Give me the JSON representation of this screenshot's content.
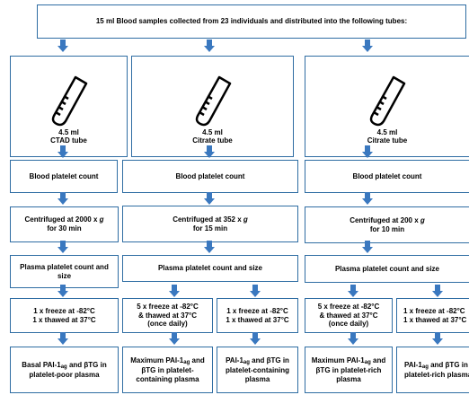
{
  "header": {
    "text": "15 ml Blood samples collected from 23 individuals and distributed into the following tubes:"
  },
  "tubes": [
    {
      "volume": "4.5 ml",
      "type": "CTAD tube"
    },
    {
      "volume": "4.5 ml",
      "type": "Citrate tube"
    },
    {
      "volume": "4.5 ml",
      "type": "Citrate tube"
    }
  ],
  "platelet_count": [
    "Blood platelet count",
    "Blood platelet count",
    "Blood platelet count"
  ],
  "centrifuge": [
    {
      "line1_pre": "Centrifuged at 2000 x ",
      "g": "g",
      "line2": "for 30 min"
    },
    {
      "line1_pre": "Centrifuged at 352 x ",
      "g": "g",
      "line2": "for 15 min"
    },
    {
      "line1_pre": "Centrifuged at 200 x ",
      "g": "g",
      "line2": "for 10 min"
    }
  ],
  "plasma_count": [
    "Plasma platelet count and size",
    "Plasma platelet count and size",
    "Plasma platelet count and size"
  ],
  "freeze": {
    "single": {
      "line1": "1 x freeze at -82°C",
      "line2": "1 x thawed at 37°C"
    },
    "multi": {
      "line1": "5 x freeze at -82°C",
      "line2": "& thawed at 37°C",
      "line3": "(once daily)"
    }
  },
  "results": {
    "basal": {
      "pre": "Basal PAI-1",
      "sub": "ag",
      "post": " and βTG in",
      "line2": "platelet-poor plasma"
    },
    "max_containing": {
      "line1": "Maximum PAI-1",
      "sub": "ag",
      "post": " and",
      "line2": "βTG in platelet-",
      "line3": "containing plasma"
    },
    "containing": {
      "pre": "PAI-1",
      "sub": "ag",
      "post": " and βTG in",
      "line2": "platelet-containing",
      "line3": "plasma"
    },
    "max_rich": {
      "line1": "Maximum PAI-1",
      "sub": "ag",
      "post": " and",
      "line2": "βTG in platelet-rich",
      "line3": "plasma"
    },
    "rich": {
      "pre": "PAI-1",
      "sub": "ag",
      "post": " and βTG in",
      "line2": "platelet-rich plasma"
    }
  },
  "colors": {
    "border": "#2f6da3",
    "arrow": "#3a78bf"
  }
}
